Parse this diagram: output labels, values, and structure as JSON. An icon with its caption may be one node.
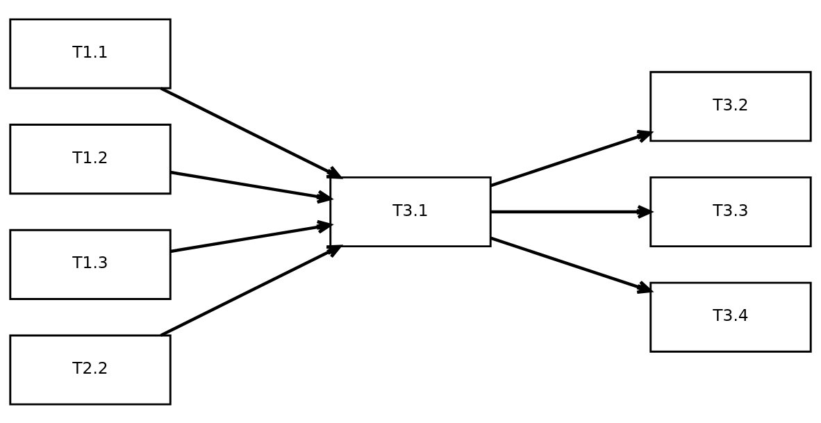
{
  "diagram": {
    "nodes": [
      {
        "text": [
          "T1.1"
        ]
      },
      {
        "text": [
          "T1.2"
        ]
      },
      {
        "text": [
          "T1.3"
        ]
      },
      {
        "text": [
          "T2.2"
        ]
      },
      {
        "text": [
          "T3.1"
        ]
      },
      {
        "text": [
          "T3.2"
        ]
      },
      {
        "text": [
          "T3.3"
        ]
      },
      {
        "text": [
          "T3.4"
        ]
      }
    ],
    "edges": [
      {
        "from": 0,
        "to": 4,
        "arrow": "to"
      },
      {
        "from": 1,
        "to": 4,
        "arrow": "to"
      },
      {
        "from": 2,
        "to": 4,
        "arrow": "to"
      },
      {
        "from": 3,
        "to": 4,
        "arrow": "to"
      },
      {
        "from": 4,
        "to": 5,
        "arrow": "to"
      },
      {
        "from": 4,
        "to": 6,
        "arrow": "to"
      },
      {
        "from": 4,
        "to": 7,
        "arrow": "to"
      }
    ]
  }
}
